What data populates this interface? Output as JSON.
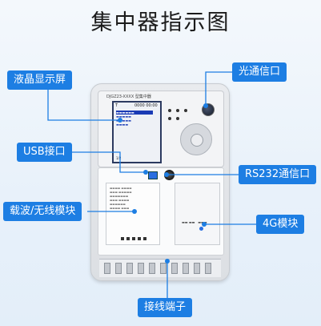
{
  "title": "集中器指示图",
  "labels": {
    "lcd": "液晶显示屏",
    "optical": "光通信口",
    "usb": "USB接口",
    "rs232": "RS232通信口",
    "carrier": "载波/无线模块",
    "module4g": "4G模块",
    "terminal": "接线端子"
  },
  "device": {
    "model": "DJGZ23-XXXX 型集中器",
    "lcd_top": "T",
    "lcd_number": "0000  00:00",
    "lcd_bottom": "1/2"
  },
  "colors": {
    "label_bg": "#1d7ee3",
    "dot": "#1d7ee3"
  }
}
